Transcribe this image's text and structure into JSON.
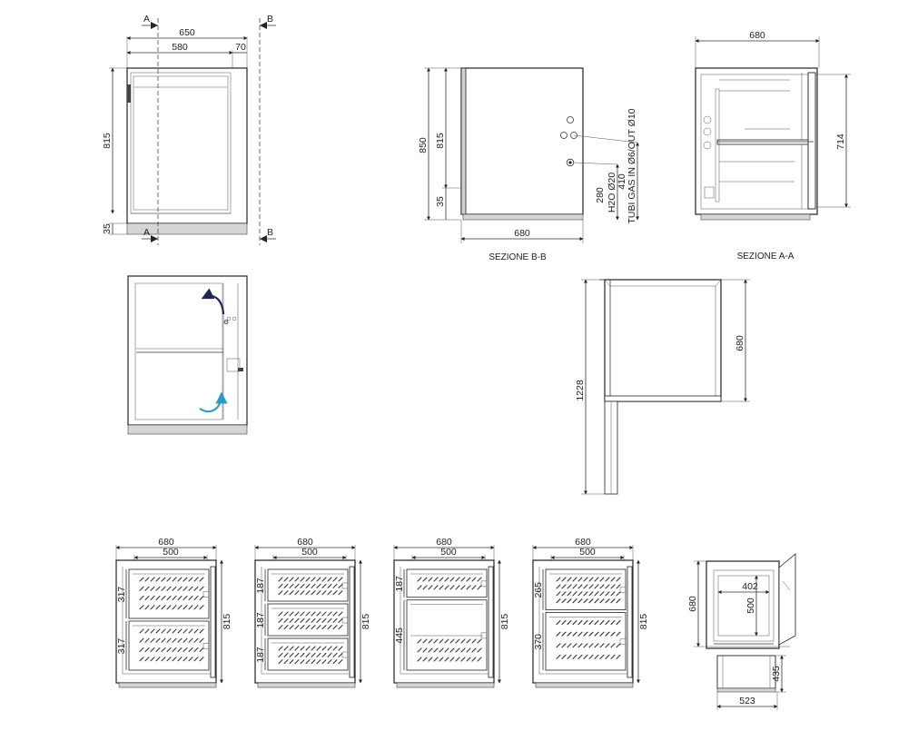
{
  "section_marks": {
    "a": "A",
    "b": "B"
  },
  "front_view": {
    "width_total": "650",
    "width_inner": "580",
    "side_depth": "70",
    "height": "815",
    "foot_height": "35"
  },
  "side_section_bb": {
    "height_total": "850",
    "height_body": "815",
    "foot_height": "35",
    "depth": "680",
    "h2o_height": "280",
    "h2o_label": "H2O Ø20",
    "gas_height": "410",
    "gas_label": "TUBI GAS IN Ø6/OUT Ø10",
    "caption": "SEZIONE B-B"
  },
  "section_aa": {
    "depth": "680",
    "height": "714",
    "caption": "SEZIONE A-A"
  },
  "plan_view": {
    "depth": "680",
    "total_depth": "1228"
  },
  "drawer_configs": [
    {
      "width": "680",
      "inner_width": "500",
      "height": "815",
      "sections": [
        "317",
        "317"
      ]
    },
    {
      "width": "680",
      "inner_width": "500",
      "height": "815",
      "sections": [
        "187",
        "187",
        "187"
      ]
    },
    {
      "width": "680",
      "inner_width": "500",
      "height": "815",
      "sections": [
        "187",
        "445"
      ]
    },
    {
      "width": "680",
      "inner_width": "500",
      "height": "815",
      "sections": [
        "265",
        "370"
      ]
    }
  ],
  "drawer_detail": {
    "depth": "680",
    "inner_width": "402",
    "inner_depth": "500",
    "extension": "435",
    "bottom_width": "523"
  },
  "colors": {
    "line": "#222222",
    "airflow_cold": "#1e2a55",
    "airflow_warm": "#2a9ac8"
  }
}
